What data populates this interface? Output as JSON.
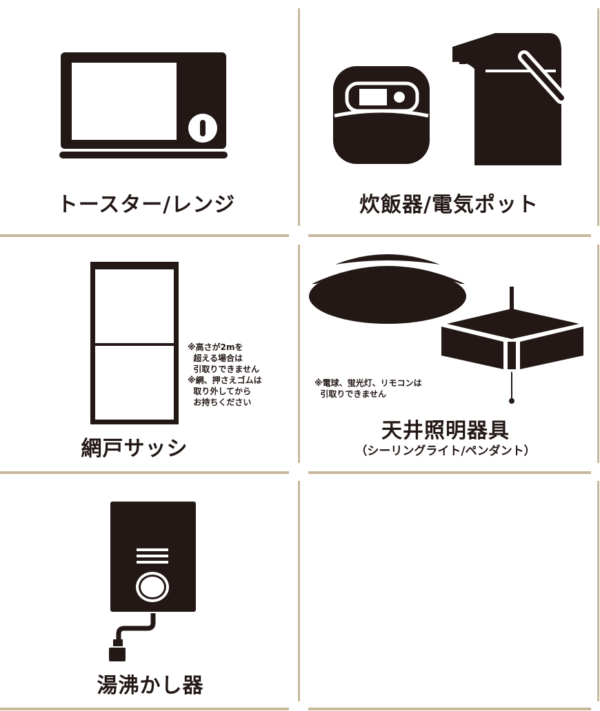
{
  "colors": {
    "divider": "#c8b99b",
    "icon": "#231815",
    "background": "#ffffff"
  },
  "items": [
    {
      "label": "トースター/レンジ",
      "icon": "microwave-icon"
    },
    {
      "label": "炊飯器/電気ポット",
      "icon": "rice-cooker-and-electric-pot-icon"
    },
    {
      "label": "網戸サッシ",
      "icon": "window-sash-icon",
      "notes": [
        "※高さが2mを",
        "  超える場合は",
        "  引取りできません",
        "※網、押さえゴムは",
        "  取り外してから",
        "  お持ちください"
      ]
    },
    {
      "label": "天井照明器具",
      "sublabel": "（シーリングライト/ペンダント）",
      "icon": "ceiling-light-icon",
      "notes": [
        "※電球、蛍光灯、リモコンは",
        "  引取りできません"
      ]
    },
    {
      "label": "湯沸かし器",
      "icon": "water-heater-icon"
    },
    {
      "label": "",
      "icon": ""
    }
  ]
}
